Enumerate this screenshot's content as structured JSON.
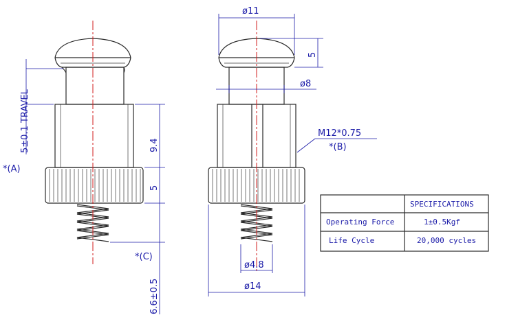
{
  "dimensions": {
    "head_dia": "ø11",
    "head_height": "5",
    "neck_dia": "ø8",
    "thread": "M12*0.75",
    "note_b": "*(B)",
    "note_a": "*(A)",
    "travel": "5±0.1 TRAVEL",
    "body_len": "9.4",
    "knurl_len": "5",
    "note_c": "*(C)",
    "spring_len": "6.6±0.5",
    "spring_dia": "ø4.8",
    "knurl_dia": "ø14"
  },
  "spec_table": {
    "header": "SPECIFICATIONS",
    "rows": [
      {
        "label": "Operating Force",
        "value": "1±0.5Kgf"
      },
      {
        "label": "Life Cycle",
        "value": "20,000 cycles"
      }
    ]
  },
  "colors": {
    "dimension": "#1a1aa8",
    "centerline": "#d21e1e",
    "outline": "#2a2a2a"
  }
}
